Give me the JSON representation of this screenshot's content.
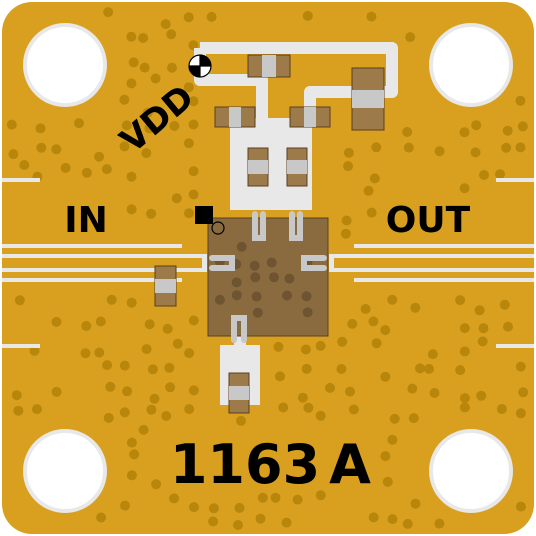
{
  "labels": {
    "vdd": "VDD",
    "in": "IN",
    "out": "OUT",
    "part_number": "1163",
    "revision": "A"
  },
  "colors": {
    "board": "#D9A020",
    "trace": "#E8E8E8",
    "via": "#B8860B",
    "chip": "#8A6B3F",
    "component_body": "#9C7A4A",
    "component_cap": "#C8C8C8",
    "silkscreen": "#000000"
  }
}
